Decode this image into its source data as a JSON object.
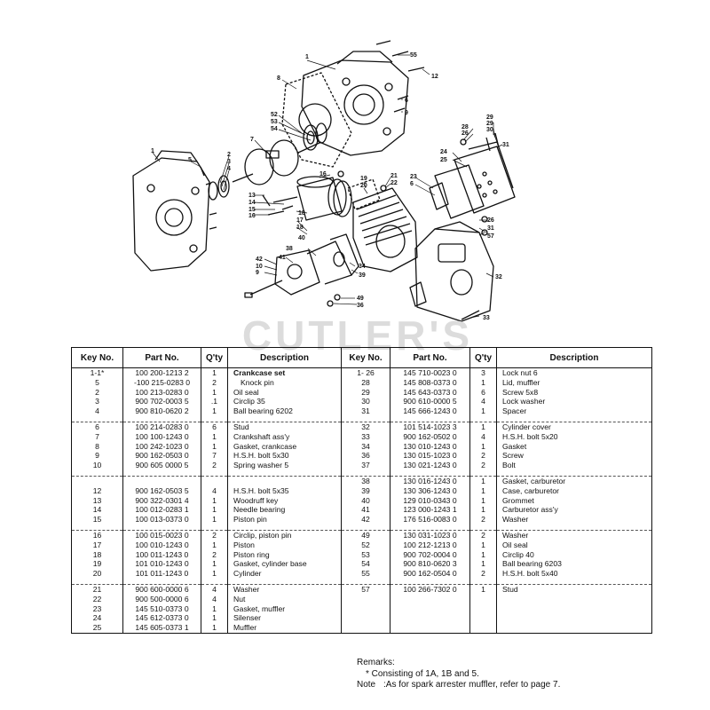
{
  "table": {
    "headers": [
      "Key No.",
      "Part No.",
      "Q'ty",
      "Description",
      "Key No.",
      "Part No.",
      "Q'ty",
      "Description"
    ],
    "groups": [
      {
        "left": [
          {
            "key": "1-1*",
            "part": "100 200-1213 2",
            "qty": "1",
            "desc": "Crankcase set",
            "bold": true
          },
          {
            "key": "5",
            "part": "-100 215-0283 0",
            "qty": "2",
            "desc": "Knock pin",
            "indent": true
          },
          {
            "key": "2",
            "part": "100 213-0283 0",
            "qty": "1",
            "desc": "Oil seal"
          },
          {
            "key": "3",
            "part": "900 702-0003 5",
            "qty": ".1",
            "desc": "Circlip 35"
          },
          {
            "key": "4",
            "part": "900 810-0620 2",
            "qty": "1",
            "desc": "Ball bearing 6202"
          }
        ],
        "right": [
          {
            "key": "1- 26",
            "part": "145 710-0023 0",
            "qty": "3",
            "desc": "Lock nut 6"
          },
          {
            "key": "28",
            "part": "145 808-0373 0",
            "qty": "1",
            "desc": "Lid, muffler"
          },
          {
            "key": "29",
            "part": "145 643-0373 0",
            "qty": "6",
            "desc": "Screw 5x8"
          },
          {
            "key": "30",
            "part": "900 610-0000 5",
            "qty": "4",
            "desc": "Lock washer"
          },
          {
            "key": "31",
            "part": "145 666-1243 0",
            "qty": "1",
            "desc": "Spacer"
          }
        ]
      },
      {
        "left": [
          {
            "key": "6",
            "part": "100 214-0283 0",
            "qty": "6",
            "desc": "Stud"
          },
          {
            "key": "7",
            "part": "100 100-1243 0",
            "qty": "1",
            "desc": "Crankshaft ass'y"
          },
          {
            "key": "8",
            "part": "100 242-1023 0",
            "qty": "1",
            "desc": "Gasket, crankcase"
          },
          {
            "key": "9",
            "part": "900 162-0503 0",
            "qty": "7",
            "desc": "H.S.H. bolt 5x30"
          },
          {
            "key": "10",
            "part": "900 605 0000 5",
            "qty": "2",
            "desc": "Spring washer 5"
          }
        ],
        "right": [
          {
            "key": "32",
            "part": "101 514-1023 3",
            "qty": "1",
            "desc": "Cylinder cover"
          },
          {
            "key": "33",
            "part": "900 162-0502 0",
            "qty": "4",
            "desc": "H.S.H. bolt 5x20"
          },
          {
            "key": "34",
            "part": "130 010-1243 0",
            "qty": "1",
            "desc": "Gasket"
          },
          {
            "key": "36",
            "part": "130 015-1023 0",
            "qty": "2",
            "desc": "Screw"
          },
          {
            "key": "37",
            "part": "130 021-1243 0",
            "qty": "2",
            "desc": "Bolt"
          }
        ]
      },
      {
        "left": [
          {
            "key": "",
            "part": "",
            "qty": "",
            "desc": ""
          },
          {
            "key": "12",
            "part": "900 162-0503 5",
            "qty": "4",
            "desc": "H.S.H. bolt 5x35"
          },
          {
            "key": "13",
            "part": "900 322-0301 4",
            "qty": "1",
            "desc": "Woodruff key"
          },
          {
            "key": "14",
            "part": "100 012-0283 1",
            "qty": "1",
            "desc": "Needle bearing"
          },
          {
            "key": "15",
            "part": "100 013-0373 0",
            "qty": "1",
            "desc": "Piston pin"
          }
        ],
        "right": [
          {
            "key": "38",
            "part": "130 016-1243 0",
            "qty": "1",
            "desc": "Gasket, carburetor"
          },
          {
            "key": "39",
            "part": "130 306-1243 0",
            "qty": "1",
            "desc": "Case, carburetor"
          },
          {
            "key": "40",
            "part": "129 010-0343 0",
            "qty": "1",
            "desc": "Grommet"
          },
          {
            "key": "41",
            "part": "123 000-1243 1",
            "qty": "1",
            "desc": "Carburetor ass'y"
          },
          {
            "key": "42",
            "part": "176 516-0083 0",
            "qty": "2",
            "desc": "Washer"
          }
        ]
      },
      {
        "left": [
          {
            "key": "16",
            "part": "100 015-0023 0",
            "qty": "2",
            "desc": "Circlip, piston pin"
          },
          {
            "key": "17",
            "part": "100 010-1243 0",
            "qty": "1",
            "desc": "Piston"
          },
          {
            "key": "18",
            "part": "100 011-1243 0",
            "qty": "2",
            "desc": "Piston ring"
          },
          {
            "key": "19",
            "part": "101 010-1243 0",
            "qty": "1",
            "desc": "Gasket, cylinder base"
          },
          {
            "key": "20",
            "part": "101 011-1243 0",
            "qty": "1",
            "desc": "Cylinder"
          }
        ],
        "right": [
          {
            "key": "49",
            "part": "130 031-1023 0",
            "qty": "2",
            "desc": "Washer"
          },
          {
            "key": "52",
            "part": "100 212-1213 0",
            "qty": "1",
            "desc": "Oil seal"
          },
          {
            "key": "53",
            "part": "900 702-0004 0",
            "qty": "1",
            "desc": "Circlip 40"
          },
          {
            "key": "54",
            "part": "900 810-0620 3",
            "qty": "1",
            "desc": "Ball bearing 6203"
          },
          {
            "key": "55",
            "part": "900 162-0504 0",
            "qty": "2",
            "desc": "H.S.H. bolt 5x40"
          }
        ]
      },
      {
        "left": [
          {
            "key": "21",
            "part": "900 600-0000 6",
            "qty": "4",
            "desc": "Washer"
          },
          {
            "key": "22",
            "part": "900 500-0000 6",
            "qty": "4",
            "desc": "Nut"
          },
          {
            "key": "23",
            "part": "145 510-0373 0",
            "qty": "1",
            "desc": "Gasket, muffler"
          },
          {
            "key": "24",
            "part": "145 612-0373 0",
            "qty": "1",
            "desc": "Silenser"
          },
          {
            "key": "25",
            "part": "145 605-0373 1",
            "qty": "1",
            "desc": "Muffler"
          }
        ],
        "right": [
          {
            "key": "57",
            "part": "100 266-7302 0",
            "qty": "1",
            "desc": "Stud"
          },
          {
            "key": "",
            "part": "",
            "qty": "",
            "desc": ""
          },
          {
            "key": "",
            "part": "",
            "qty": "",
            "desc": ""
          },
          {
            "key": "",
            "part": "",
            "qty": "",
            "desc": ""
          },
          {
            "key": "",
            "part": "",
            "qty": "",
            "desc": ""
          }
        ]
      }
    ]
  },
  "remarks": {
    "title": "Remarks:",
    "line1": "* Consisting of 1A, 1B and 5.",
    "note_label": "Note",
    "note_text": ":As for spark arrester muffler, refer to page 7."
  },
  "watermark": "CUTLER'S",
  "diagram": {
    "callouts": [
      "1",
      "2",
      "3",
      "4",
      "5",
      "6",
      "7",
      "8",
      "9",
      "10",
      "12",
      "13",
      "14",
      "15",
      "16",
      "17",
      "18",
      "19",
      "20",
      "21",
      "22",
      "23",
      "24",
      "25",
      "26",
      "28",
      "29",
      "30",
      "31",
      "32",
      "33",
      "34",
      "36",
      "37",
      "38",
      "39",
      "40",
      "41",
      "42",
      "49",
      "52",
      "53",
      "54",
      "55",
      "57"
    ]
  }
}
